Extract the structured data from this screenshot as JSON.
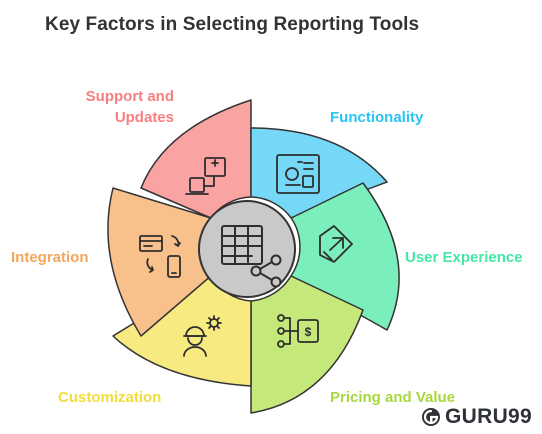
{
  "title": "Key Factors in Selecting Reporting Tools",
  "segments": [
    {
      "key": "support",
      "label_line1": "Support and",
      "label_line2": "Updates",
      "color": "#f77f7f",
      "icon": "support-monitor-icon"
    },
    {
      "key": "functionality",
      "label": "Functionality",
      "color": "#2bc3f3",
      "icon": "dashboard-icon"
    },
    {
      "key": "ux",
      "label": "User Experience",
      "color": "#43e8a4",
      "icon": "cursor-tag-icon"
    },
    {
      "key": "pricing",
      "label": "Pricing and Value",
      "color": "#a7d83c",
      "icon": "pricing-flow-icon"
    },
    {
      "key": "customization",
      "label": "Customization",
      "color": "#f2dd3a",
      "icon": "worker-gear-icon"
    },
    {
      "key": "integration",
      "label": "Integration",
      "color": "#f6a55d",
      "icon": "sync-devices-icon"
    }
  ],
  "center": {
    "icon": "table-share-icon"
  },
  "brand": {
    "text": "GURU99",
    "icon": "guru99-logo-icon"
  }
}
